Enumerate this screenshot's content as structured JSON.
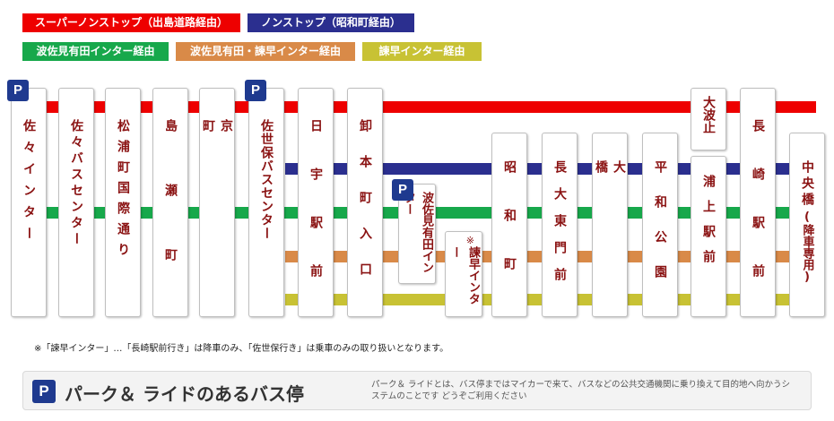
{
  "legend": {
    "super_nonstop": {
      "label": "スーパーノンストップ（出島道路経由）",
      "color": "#ee0000"
    },
    "nonstop": {
      "label": "ノンストップ（昭和町経由）",
      "color": "#2b2f8f"
    },
    "hasami_arita": {
      "label": "波佐見有田インター経由",
      "color": "#17a84b"
    },
    "hasami_isahaya": {
      "label": "波佐見有田・諫早インター経由",
      "color": "#d98a48"
    },
    "isahaya": {
      "label": "諫早インター経由",
      "color": "#c8c234"
    }
  },
  "parking_badge": "P",
  "stops": [
    {
      "id": "sasa-ic",
      "label": "佐々インター"
    },
    {
      "id": "sasa-bus-center",
      "label": "佐々バスセンター"
    },
    {
      "id": "matsuura-kokusai-dori",
      "label": "松浦町国際通り"
    },
    {
      "id": "shimase",
      "label": "島瀬町"
    },
    {
      "id": "kyo",
      "label": "京町"
    },
    {
      "id": "sasebo-bus-center",
      "label": "佐世保バスセンター"
    },
    {
      "id": "nikka-ekimae",
      "label": "日宇駅前"
    },
    {
      "id": "oroshimoto-iriguchi",
      "label": "卸本町入口"
    },
    {
      "id": "hasami-arita-ic",
      "label": "波佐見有田インター"
    },
    {
      "id": "isahaya-ic-mark",
      "label": "※"
    },
    {
      "id": "isahaya-ic",
      "label": "諫早インター"
    },
    {
      "id": "showa",
      "label": "昭和町"
    },
    {
      "id": "nagadaitomon",
      "label": "長大東門前"
    },
    {
      "id": "ohashi",
      "label": "大橋"
    },
    {
      "id": "heiwa-koen",
      "label": "平和公園"
    },
    {
      "id": "ohato",
      "label": "大波止"
    },
    {
      "id": "urakami-ekimae",
      "label": "浦上駅前"
    },
    {
      "id": "nagasaki-ekimae",
      "label": "長崎駅前"
    },
    {
      "id": "chuobashi",
      "label": "中央橋"
    },
    {
      "id": "chuobashi-note",
      "label": "(降車専用)"
    }
  ],
  "note": "※「諫早インター」…「長崎駅前行き」は降車のみ、「佐世保行き」は乗車のみの取り扱いとなります。",
  "footer": {
    "badge": "P",
    "title": "パーク＆ ライドのあるバス停",
    "description": "パーク＆ ライドとは、バス停まではマイカーで来て、バスなどの公共交通機関に乗り換えて目的地へ向かうシステムのことです  どうぞご利用ください"
  }
}
